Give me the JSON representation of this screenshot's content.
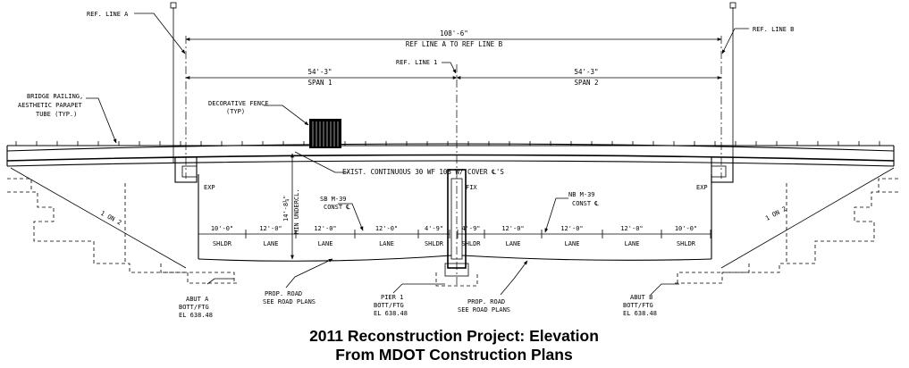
{
  "title": {
    "line1": "2011 Reconstruction Project: Elevation",
    "line2": "From MDOT Construction Plans"
  },
  "dimensions": {
    "overall_value": "108'-6\"",
    "overall_desc": "REF LINE A TO REF LINE B",
    "span1_value": "54'-3\"",
    "span1_name": "SPAN 1",
    "span2_value": "54'-3\"",
    "span2_name": "SPAN 2",
    "clearance_value": "14'-8¼\"",
    "clearance_desc": "MIN UNDERCL."
  },
  "reference_lines": {
    "ref_a": "REF. LINE A",
    "ref_b": "REF. LINE B",
    "ref_1": "REF. LINE 1"
  },
  "notes": {
    "railing_1": "BRIDGE RAILING,",
    "railing_2": "AESTHETIC PARAPET",
    "railing_3": "TUBE (TYP.)",
    "fence_1": "DECORATIVE FENCE",
    "fence_2": "(TYP)",
    "beams": "EXIST. CONTINUOUS 30 WF 108 W/ COVER ℄'S",
    "slope_left": "1 ON 2",
    "slope_right": "1 ON 2",
    "bearing_left": "EXP",
    "bearing_mid": "FIX",
    "bearing_right": "EXP"
  },
  "roadways": {
    "sb_1": "SB M-39",
    "sb_2": "CONST ℄",
    "nb_1": "NB M-39",
    "nb_2": "CONST ℄"
  },
  "lanes_left": [
    {
      "dim": "10'-0\"",
      "name": "SHLDR"
    },
    {
      "dim": "12'-0\"",
      "name": "LANE"
    },
    {
      "dim": "12'-0\"",
      "name": "LANE"
    },
    {
      "dim": "12'-0\"",
      "name": "LANE"
    },
    {
      "dim": "4'-9\"",
      "name": "SHLDR"
    }
  ],
  "lanes_right": [
    {
      "dim": "4'-9\"",
      "name": "SHLDR"
    },
    {
      "dim": "12'-0\"",
      "name": "LANE"
    },
    {
      "dim": "12'-0\"",
      "name": "LANE"
    },
    {
      "dim": "12'-0\"",
      "name": "LANE"
    },
    {
      "dim": "10'-0\"",
      "name": "SHLDR"
    }
  ],
  "bottom_labels": {
    "abut_a_1": "ABUT A",
    "abut_a_2": "BOTT/FTG",
    "abut_a_3": "EL 638.48",
    "road_l_1": "PROP. ROAD",
    "road_l_2": "SEE ROAD PLANS",
    "pier_1": "PIER 1",
    "pier_2": "BOTT/FTG",
    "pier_3": "EL 638.48",
    "road_r_1": "PROP. ROAD",
    "road_r_2": "SEE ROAD PLANS",
    "abut_b_1": "ABUT B",
    "abut_b_2": "BOTT/FTG",
    "abut_b_3": "EL 638.48"
  }
}
